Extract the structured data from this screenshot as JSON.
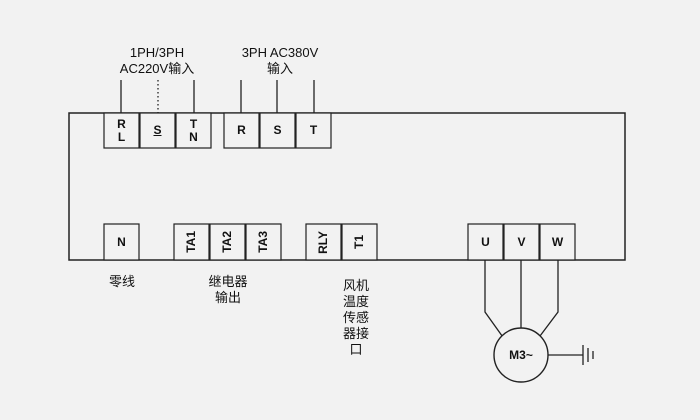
{
  "input_single_phase": {
    "line1": "1PH/3PH",
    "line2": "AC220V输入"
  },
  "input_three_phase": {
    "line1": "3PH AC380V",
    "line2": "输入"
  },
  "terminals_top": {
    "rl": {
      "top": "R",
      "bottom": "L"
    },
    "s": "S",
    "tn": {
      "top": "T",
      "bottom": "N"
    },
    "r": "R",
    "s2": "S",
    "t": "T"
  },
  "terminals_bottom": {
    "n": "N",
    "ta1": "TA1",
    "ta2": "TA2",
    "ta3": "TA3",
    "rly": "RLY",
    "t1": "T1",
    "u": "U",
    "v": "V",
    "w": "W"
  },
  "labels": {
    "neutral": "零线",
    "relay": [
      "继电器",
      "输出"
    ],
    "fan_sensor": [
      "风机",
      "温度",
      "传感",
      "器接",
      "口"
    ]
  },
  "motor": "M3~"
}
